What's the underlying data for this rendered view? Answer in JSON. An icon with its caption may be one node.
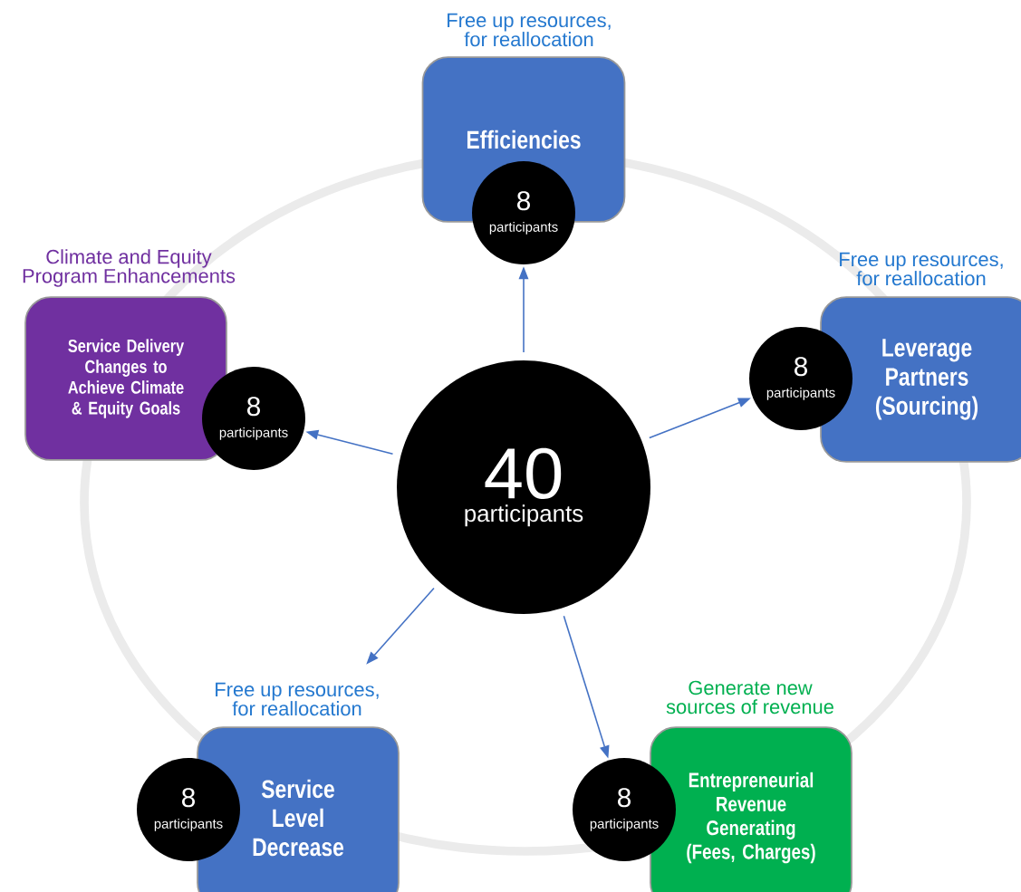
{
  "diagram": {
    "nodes": [
      {
        "text": [
          "Efficiencies"
        ],
        "beside": [
          "Free up resources, for reallocation"
        ]
      },
      {
        "text": [
          "8",
          "participants"
        ]
      },
      {
        "text": [
          "Service Delivery Changes to Achieve Climate & Equity Goals"
        ],
        "beside": [
          "Climate and Equity Program Enhancements"
        ]
      },
      {
        "text": [
          "8",
          "participants"
        ]
      },
      {
        "text": [
          "Leverage Partners (Sourcing)"
        ],
        "beside": [
          "Free up resources, for reallocation"
        ]
      },
      {
        "text": [
          "8",
          "participants"
        ]
      },
      {
        "text": [
          "40",
          "participants"
        ]
      },
      {
        "text": [
          "Service Level Decrease"
        ],
        "beside": [
          "Free up resources, for reallocation"
        ]
      },
      {
        "text": [
          "8",
          "participants"
        ]
      },
      {
        "text": [
          "Entrepreneurial Revenue Generating (Fees, Charges)"
        ],
        "beside": [
          "Generate new sources of revenue"
        ]
      },
      {
        "text": [
          "8",
          "participants"
        ]
      }
    ],
    "edges": [
      {
        "from": 6,
        "to": 1,
        "arrow": "to"
      },
      {
        "from": 6,
        "to": 3,
        "arrow": "to"
      },
      {
        "from": 6,
        "to": 5,
        "arrow": "to"
      },
      {
        "from": 6,
        "to": null,
        "arrow": "to"
      },
      {
        "from": 6,
        "to": 10,
        "arrow": "to"
      }
    ]
  }
}
